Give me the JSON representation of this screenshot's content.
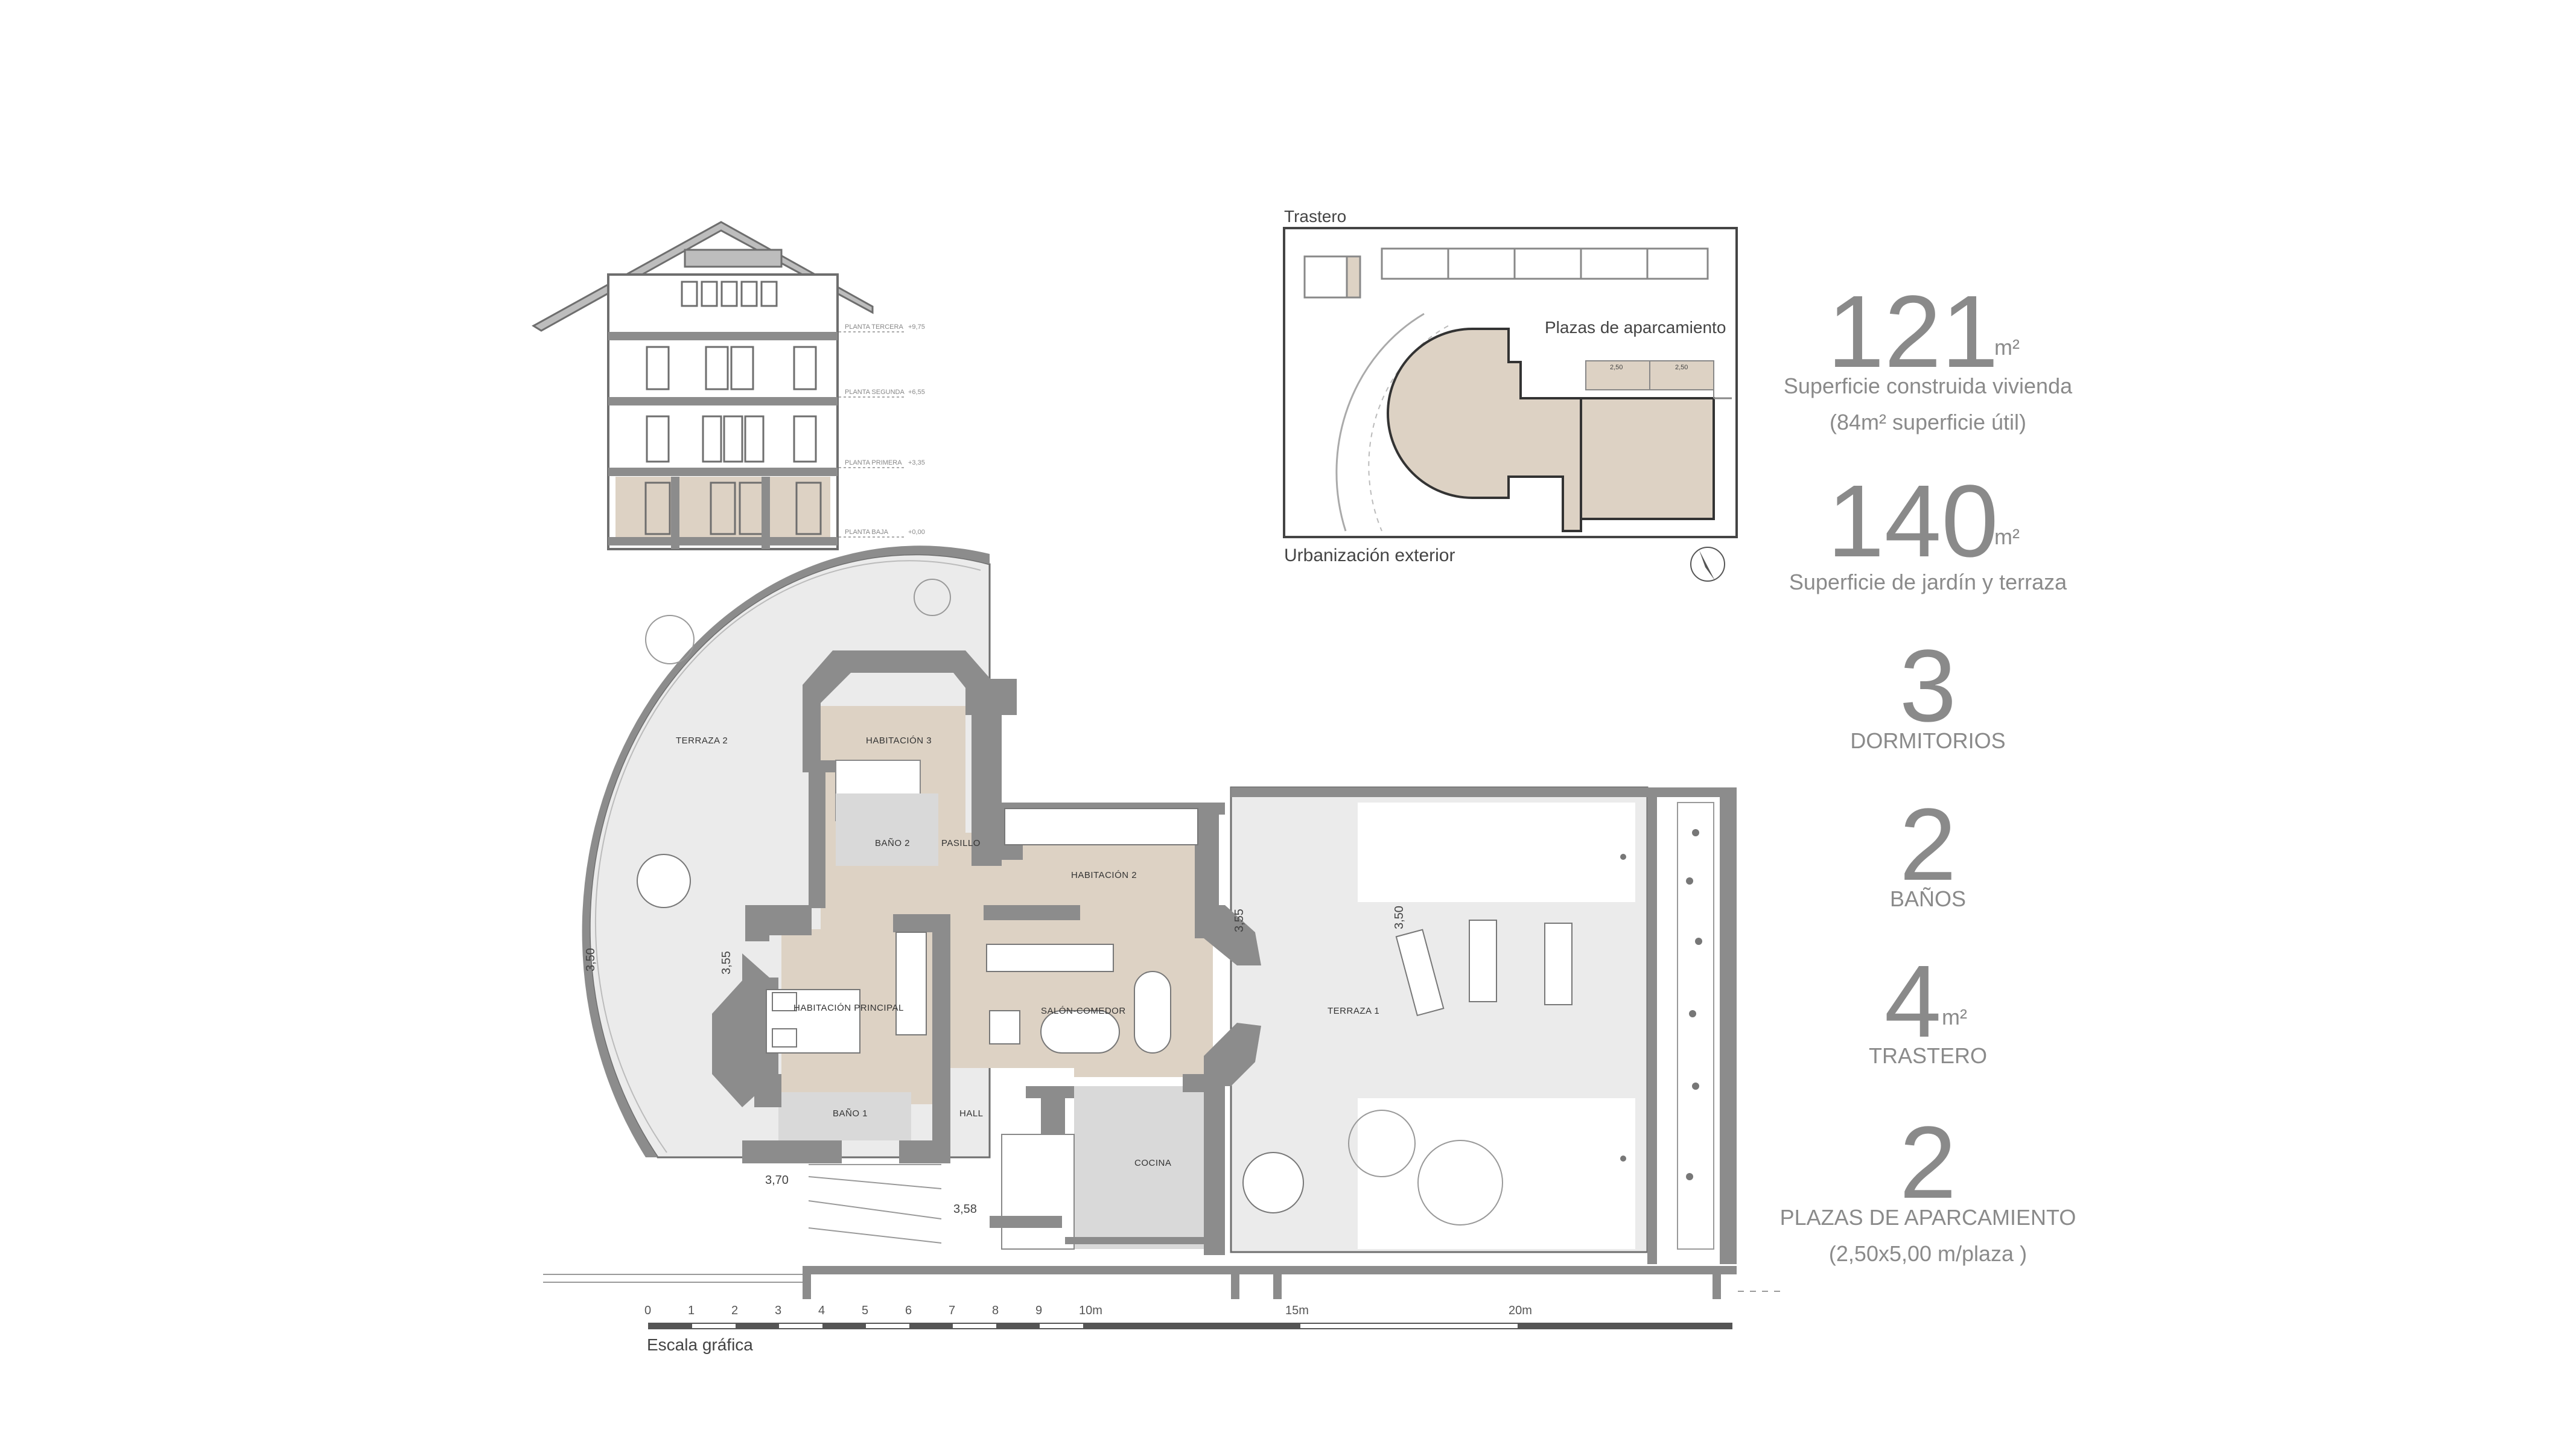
{
  "colors": {
    "wall": "#8c8c8c",
    "interior": "#ddd2c4",
    "wet": "#d9d9d9",
    "terrace": "#ebebeb",
    "line": "#6e6e6e",
    "text": "#8a8a8a"
  },
  "section": {
    "level_labels": [
      "PLANTA TERCERA",
      "PLANTA SEGUNDA",
      "PLANTA PRIMERA",
      "PLANTA BAJA"
    ],
    "level_values": [
      "+9,75",
      "+6,55",
      "+3,35",
      "+0,00"
    ]
  },
  "site_plan": {
    "storage_label": "Trastero",
    "parking_label": "Plazas de aparcamiento",
    "exterior_label": "Urbanización exterior",
    "parking_size": [
      "2,50",
      "2,50"
    ]
  },
  "rooms": {
    "terraza2": "TERRAZA 2",
    "habitacion3": "HABITACIÓN 3",
    "bano2": "BAÑO 2",
    "pasillo": "PASILLO",
    "habitacion2": "HABITACIÓN 2",
    "habitacion_principal": "HABITACIÓN PRINCIPAL",
    "salon_comedor": "SALÓN-COMEDOR",
    "terraza1": "TERRAZA 1",
    "bano1": "BAÑO 1",
    "hall": "HALL",
    "cocina": "COCINA"
  },
  "dimensions": {
    "d_350_left": "3,50",
    "d_355_left": "3,55",
    "d_355_right": "3,55",
    "d_350_right": "3,50",
    "d_370": "3,70",
    "d_358": "3,58"
  },
  "scale": {
    "ticks": [
      "0",
      "1",
      "2",
      "3",
      "4",
      "5",
      "6",
      "7",
      "8",
      "9",
      "10m",
      "15m",
      "20m"
    ],
    "label": "Escala gráfica"
  },
  "stats": [
    {
      "value": "121",
      "unit": "m²",
      "label": "Superficie construida vivienda",
      "sublabel": "(84m² superficie útil)"
    },
    {
      "value": "140",
      "unit": "m²",
      "label": "Superficie de jardín y terraza",
      "sublabel": ""
    },
    {
      "value": "3",
      "unit": "",
      "label": "DORMITORIOS",
      "sublabel": ""
    },
    {
      "value": "2",
      "unit": "",
      "label": "BAÑOS",
      "sublabel": ""
    },
    {
      "value": "4",
      "unit": "m²",
      "label": "TRASTERO",
      "sublabel": ""
    },
    {
      "value": "2",
      "unit": "",
      "label": "PLAZAS DE APARCAMIENTO",
      "sublabel": "(2,50x5,00 m/plaza )"
    }
  ]
}
